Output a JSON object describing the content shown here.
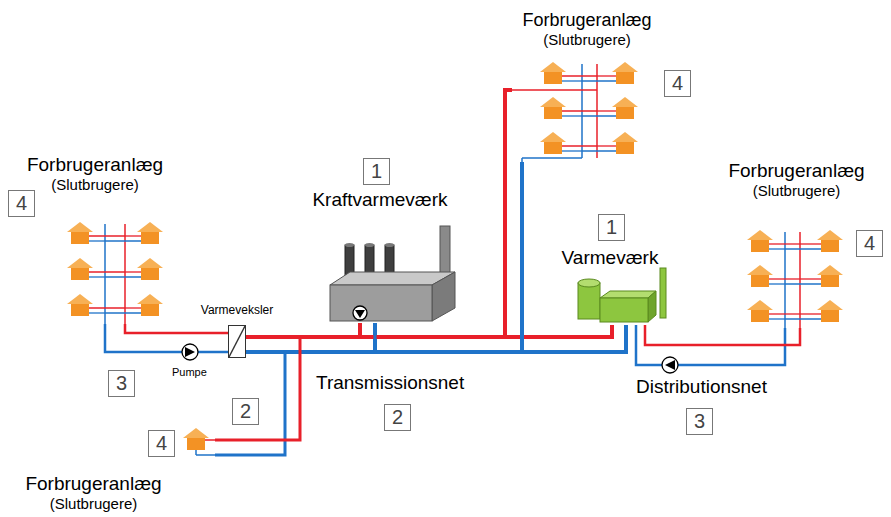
{
  "diagram": {
    "nodes": [
      {
        "text": [
          "Forbrugeranlæg",
          "(Slutbrugere)"
        ]
      },
      {
        "text": [
          "Kraftvarmeværk"
        ]
      },
      {
        "text": [
          "Varmeværk"
        ]
      },
      {
        "text": [
          "Forbrugeranlæg",
          "(Slutbrugere)"
        ]
      },
      {
        "text": [
          "Forbrugeranlæg",
          "(Slutbrugere)"
        ]
      },
      {
        "text": [
          "Varmeveksler"
        ]
      },
      {
        "text": [
          "Forbrugeranlæg",
          "(Slutbrugere)"
        ]
      }
    ],
    "edges": [
      {
        "from": 1,
        "to": 2,
        "arrow": "none"
      },
      {
        "from": 1,
        "to": 5,
        "arrow": "none"
      },
      {
        "from": 5,
        "to": 3,
        "arrow": "none"
      },
      {
        "from": 1,
        "to": 0,
        "arrow": "none"
      },
      {
        "from": 1,
        "to": 6,
        "arrow": "none"
      },
      {
        "from": 2,
        "to": 4,
        "arrow": "none"
      }
    ],
    "labels": [
      "1",
      "1",
      "4",
      "4",
      "4",
      "4",
      "2",
      "2",
      "3",
      "3",
      "Transmissionsnet",
      "Distributionsnet",
      "Pumpe"
    ]
  }
}
